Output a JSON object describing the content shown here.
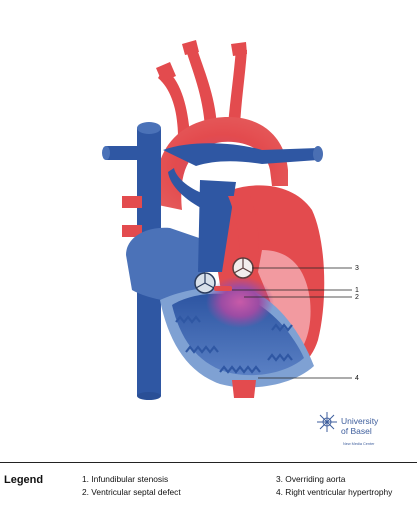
{
  "callouts": {
    "c1": "1",
    "c2": "2",
    "c3": "3",
    "c4": "4"
  },
  "logo": {
    "line1": "University",
    "line2": "of Basel",
    "subtitle": "New Media Center"
  },
  "legend": {
    "title": "Legend",
    "items": [
      "1. Infundibular stenosis",
      "2. Ventricular septal defect",
      "3. Overriding aorta",
      "4. Right ventricular hypertrophy"
    ]
  },
  "colors": {
    "arterial_red": "#e34b4e",
    "venous_blue": "#2f57a3",
    "light_blue": "#7fa1d3",
    "pink": "#f29aa0",
    "vsd_purple": "#b04da0"
  }
}
